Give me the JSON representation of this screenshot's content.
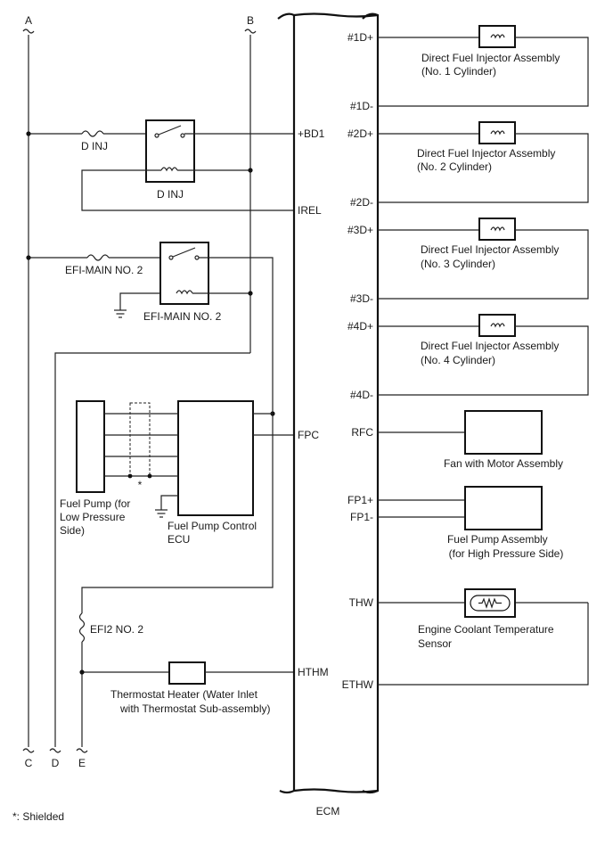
{
  "buses": {
    "a": "A",
    "b": "B",
    "c": "C",
    "d": "D",
    "e": "E"
  },
  "fuses": {
    "d_inj": "D INJ",
    "efi_main": "EFI-MAIN NO. 2",
    "efi2": "EFI2 NO. 2"
  },
  "relays": {
    "d_inj": "D INJ",
    "efi_main": "EFI-MAIN NO. 2"
  },
  "fuel_pump_low": [
    "Fuel Pump (for",
    "Low Pressure",
    "Side)"
  ],
  "fuel_pump_ecu": [
    "Fuel Pump Control",
    "ECU"
  ],
  "shield_mark": "*",
  "thermostat": [
    "Thermostat Heater (Water Inlet",
    "with Thermostat Sub-assembly)"
  ],
  "ecm_left_pins": {
    "bd1": "+BD1",
    "irel": "IREL",
    "fpc": "FPC",
    "hthm": "HTHM"
  },
  "ecm_label": "ECM",
  "injectors": [
    {
      "pos": "#1D+",
      "neg": "#1D-",
      "name": "Direct Fuel Injector Assembly",
      "cyl": "(No. 1 Cylinder)"
    },
    {
      "pos": "#2D+",
      "neg": "#2D-",
      "name": "Direct Fuel Injector Assembly",
      "cyl": "(No. 2 Cylinder)"
    },
    {
      "pos": "#3D+",
      "neg": "#3D-",
      "name": "Direct Fuel Injector Assembly",
      "cyl": "(No. 3 Cylinder)"
    },
    {
      "pos": "#4D+",
      "neg": "#4D-",
      "name": "Direct Fuel Injector Assembly",
      "cyl": "(No. 4 Cylinder)"
    }
  ],
  "fan": {
    "pin": "RFC",
    "label": "Fan with Motor Assembly"
  },
  "hp_pump": {
    "pin1": "FP1+",
    "pin2": "FP1-",
    "label": [
      "Fuel Pump Assembly",
      "(for High Pressure Side)"
    ]
  },
  "ect": {
    "pin1": "THW",
    "pin2": "ETHW",
    "label": [
      "Engine Coolant Temperature",
      "Sensor"
    ]
  },
  "footnote": "*: Shielded"
}
